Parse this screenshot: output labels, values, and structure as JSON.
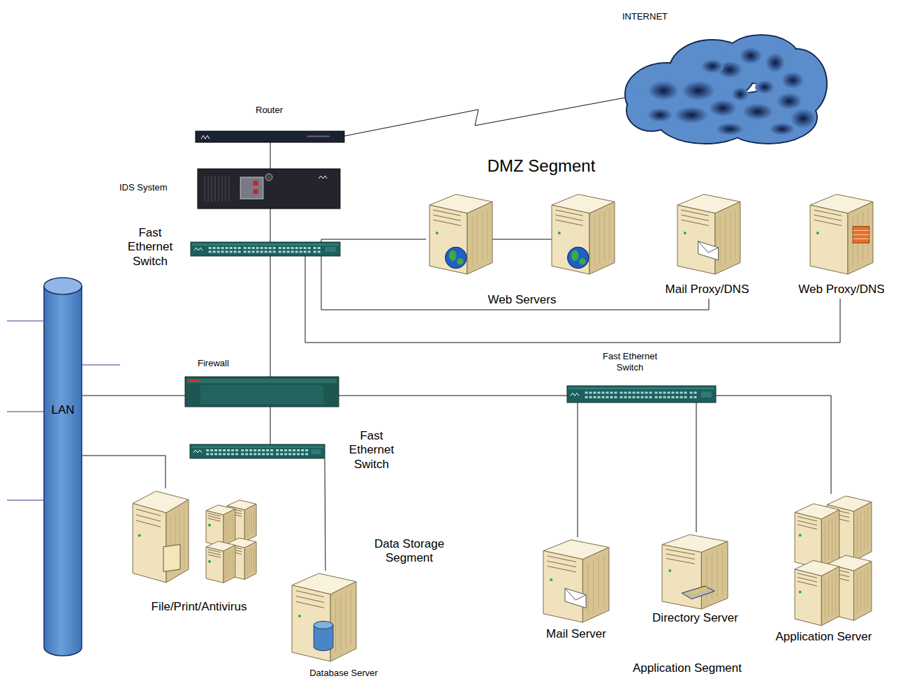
{
  "diagram": {
    "nodes": [
      {
        "text": [
          "INTERNET"
        ]
      },
      {
        "text": [
          "Router"
        ]
      },
      {
        "text": [
          "IDS System"
        ]
      },
      {
        "text": [
          "Fast Ethernet Switch"
        ]
      },
      {
        "text": [
          "Web Servers"
        ]
      },
      {
        "text": [
          "Mail Proxy/DNS"
        ]
      },
      {
        "text": [
          "Web Proxy/DNS"
        ]
      },
      {
        "text": [
          "LAN"
        ]
      },
      {
        "text": [
          "Firewall"
        ]
      },
      {
        "text": [
          "Fast Ethernet Switch"
        ]
      },
      {
        "text": [
          "Fast Ethernet Switch"
        ]
      },
      {
        "text": [
          "File/Print/Antivirus"
        ]
      },
      {
        "text": [
          "Database Server"
        ]
      },
      {
        "text": [
          "Mail Server"
        ]
      },
      {
        "text": [
          "Directory Server"
        ]
      },
      {
        "text": [
          "Application Server"
        ]
      }
    ],
    "edges": [
      {
        "from": 1,
        "to": 0,
        "arrow": "none"
      },
      {
        "from": 1,
        "to": 2,
        "arrow": "none"
      },
      {
        "from": 2,
        "to": 3,
        "arrow": "none"
      },
      {
        "from": 3,
        "to": 4,
        "arrow": "none"
      },
      {
        "from": 3,
        "to": 5,
        "arrow": "none"
      },
      {
        "from": 3,
        "to": 6,
        "arrow": "none"
      },
      {
        "from": 3,
        "to": 8,
        "arrow": "none"
      },
      {
        "from": 7,
        "to": 8,
        "arrow": "none"
      },
      {
        "from": 8,
        "to": 9,
        "arrow": "none"
      },
      {
        "from": 8,
        "to": 10,
        "arrow": "none"
      },
      {
        "from": 7,
        "to": 11,
        "arrow": "none"
      },
      {
        "from": 10,
        "to": 12,
        "arrow": "none"
      },
      {
        "from": 9,
        "to": 13,
        "arrow": "none"
      },
      {
        "from": 9,
        "to": 14,
        "arrow": "none"
      },
      {
        "from": 9,
        "to": 15,
        "arrow": "none"
      }
    ],
    "labels": [
      "DMZ Segment",
      "Data Storage Segment",
      "Application Segment"
    ]
  }
}
